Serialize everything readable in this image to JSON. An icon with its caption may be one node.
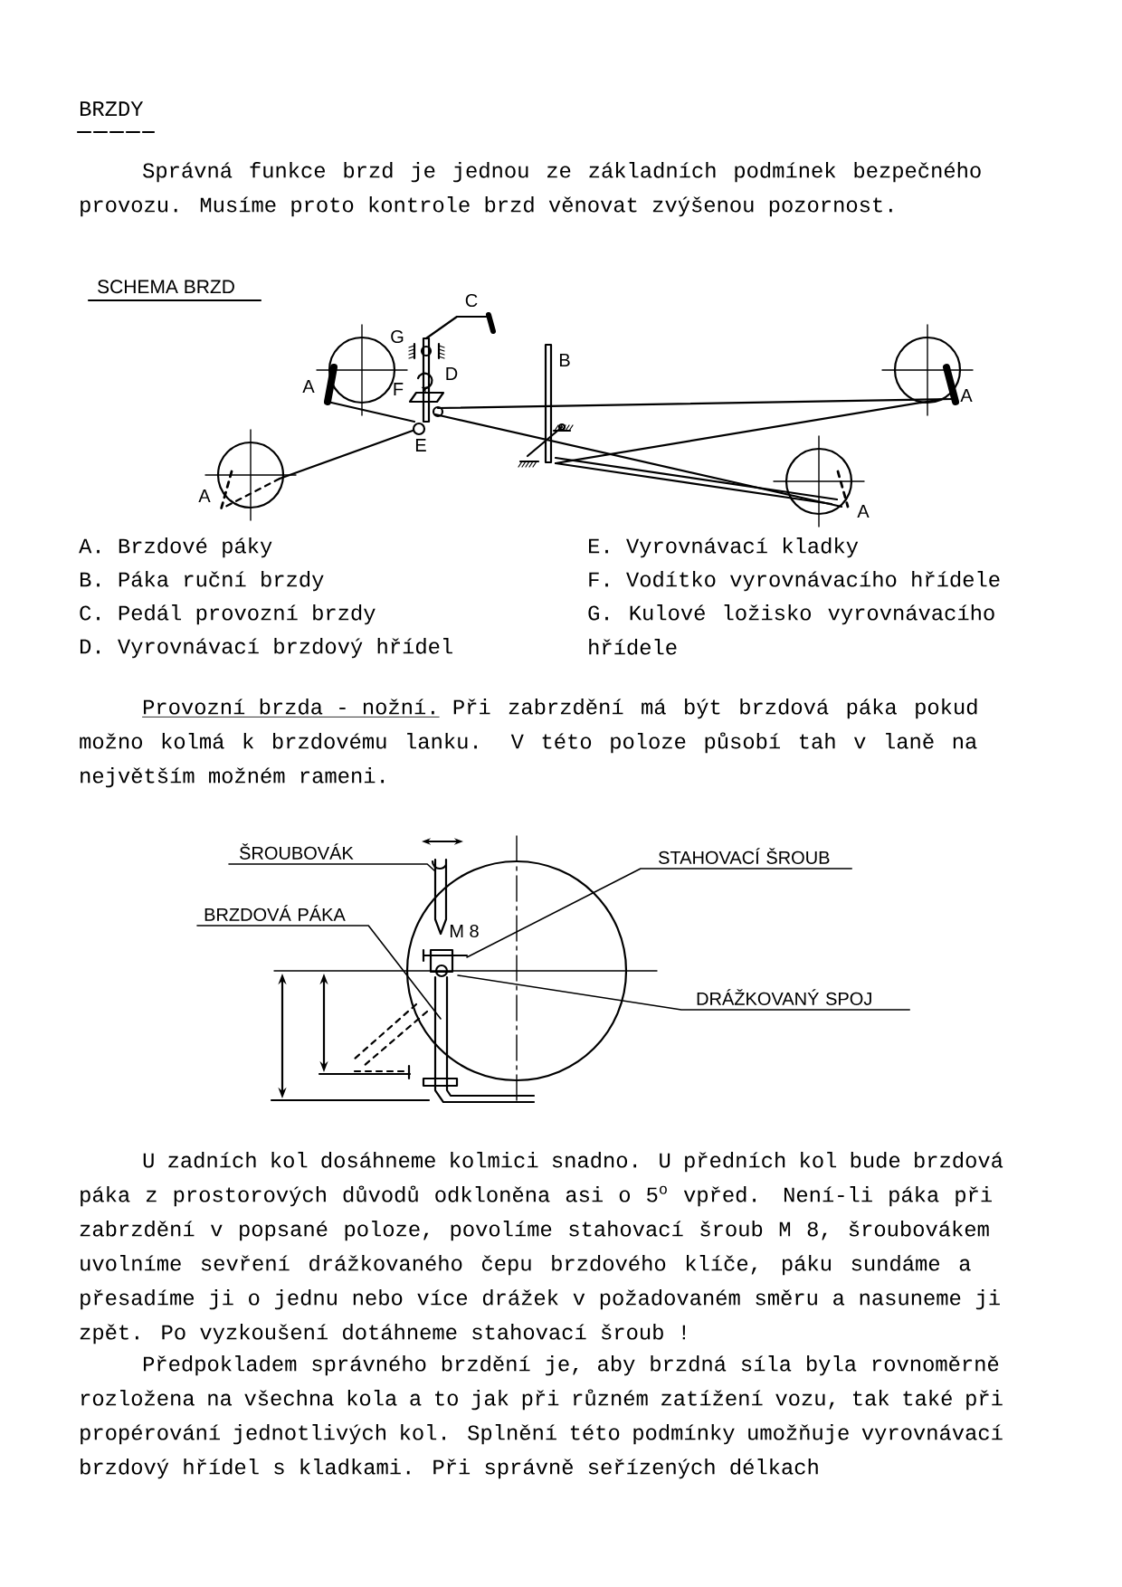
{
  "diagram": {
    "title": "BRZDY",
    "nodes": [
      {
        "text": [
          "ŠROUBOVÁK"
        ]
      },
      {
        "text": [
          "STAHOVACÍ ŠROUB"
        ]
      },
      {
        "text": [
          "BRZDOVÁ PÁKA"
        ]
      },
      {
        "text": [
          "DRÁŽKOVANÝ SPOJ"
        ]
      }
    ],
    "edges": [
      {
        "from": 0,
        "to": null,
        "arrow": "none"
      },
      {
        "from": 1,
        "to": null,
        "arrow": "none"
      },
      {
        "from": 2,
        "to": null,
        "arrow": "none"
      },
      {
        "from": 3,
        "to": null,
        "arrow": "none"
      }
    ],
    "labels": [
      "Správná funkce brzd je jednou ze základních podmínek bezpečného provozu. Musíme proto kontrole brzd věnovat zvýšenou pozornost.",
      "SCHEMA BRZD",
      "C",
      "G",
      "B",
      "D",
      "A",
      "F",
      "A",
      "E",
      "A",
      "A",
      "A. Brzdové páky",
      "B. Páka ruční brzdy",
      "C. Pedál provozní brzdy",
      "D. Vyrovnávací brzdový hřídel",
      "E. Vyrovnávací kladky",
      "F. Vodítko vyrovnávacího hřídele",
      "G. Kulové ložisko vyrovnávacího hřídele",
      "Provozní brzda - nožní.",
      "Při zabrzdění má být brzdová páka pokud možno kolmá k brzdovému lanku. V této poloze působí tah v laně na největším možném rameni.",
      "M 8",
      "U zadních kol dosáhneme kolmici snadno. U předních kol bude brzdová páka z prostorových důvodů odkloněna asi o 5$^{o}$ vpřed. Není-li páka při zabrzdění v popsané poloze, povolíme stahovací šroub M 8, šroubovákem uvolníme sevření drážkovaného čepu brzdového klíče, páku sundáme a přesadíme ji o jednu nebo více drážek v požadovaném směru a nasuneme ji zpět. Po vyzkoušení dotáhneme stahovací šroub !",
      "Předpokladem správného brzdění je, aby brzdná síla byla rovnoměrně rozložena na všechna kola a to jak při různém zatížení vozu, tak také při propérování jednotlivých kol. Splnění této podmínky umožňuje vyrovnávací brzdový hřídel s kladkami. Při správně seřízených délkach"
    ]
  }
}
